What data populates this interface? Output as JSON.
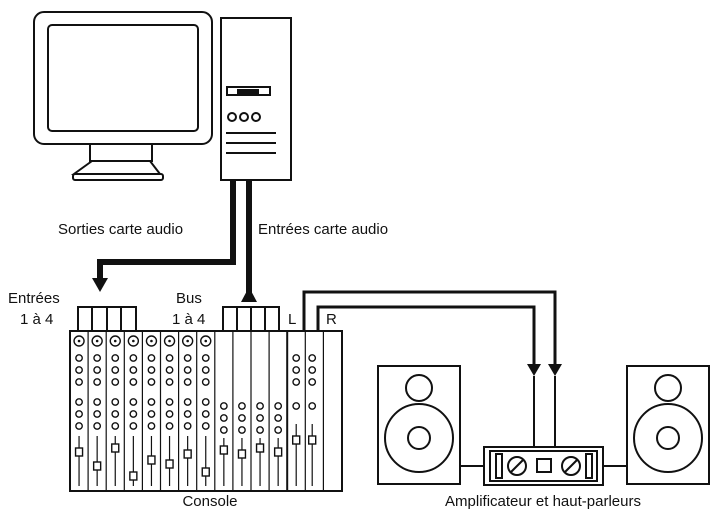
{
  "labels": {
    "sorties": "Sorties carte audio",
    "entrees": "Entrées carte audio",
    "entrees_console_l1": "Entrées",
    "entrees_console_l2": "1 à 4",
    "bus_l1": "Bus",
    "bus_l2": "1 à 4",
    "left": "L",
    "right": "R",
    "console": "Console",
    "amp": "Amplificateur et haut-parleurs"
  },
  "colors": {
    "line": "#111111",
    "background": "#ffffff"
  }
}
